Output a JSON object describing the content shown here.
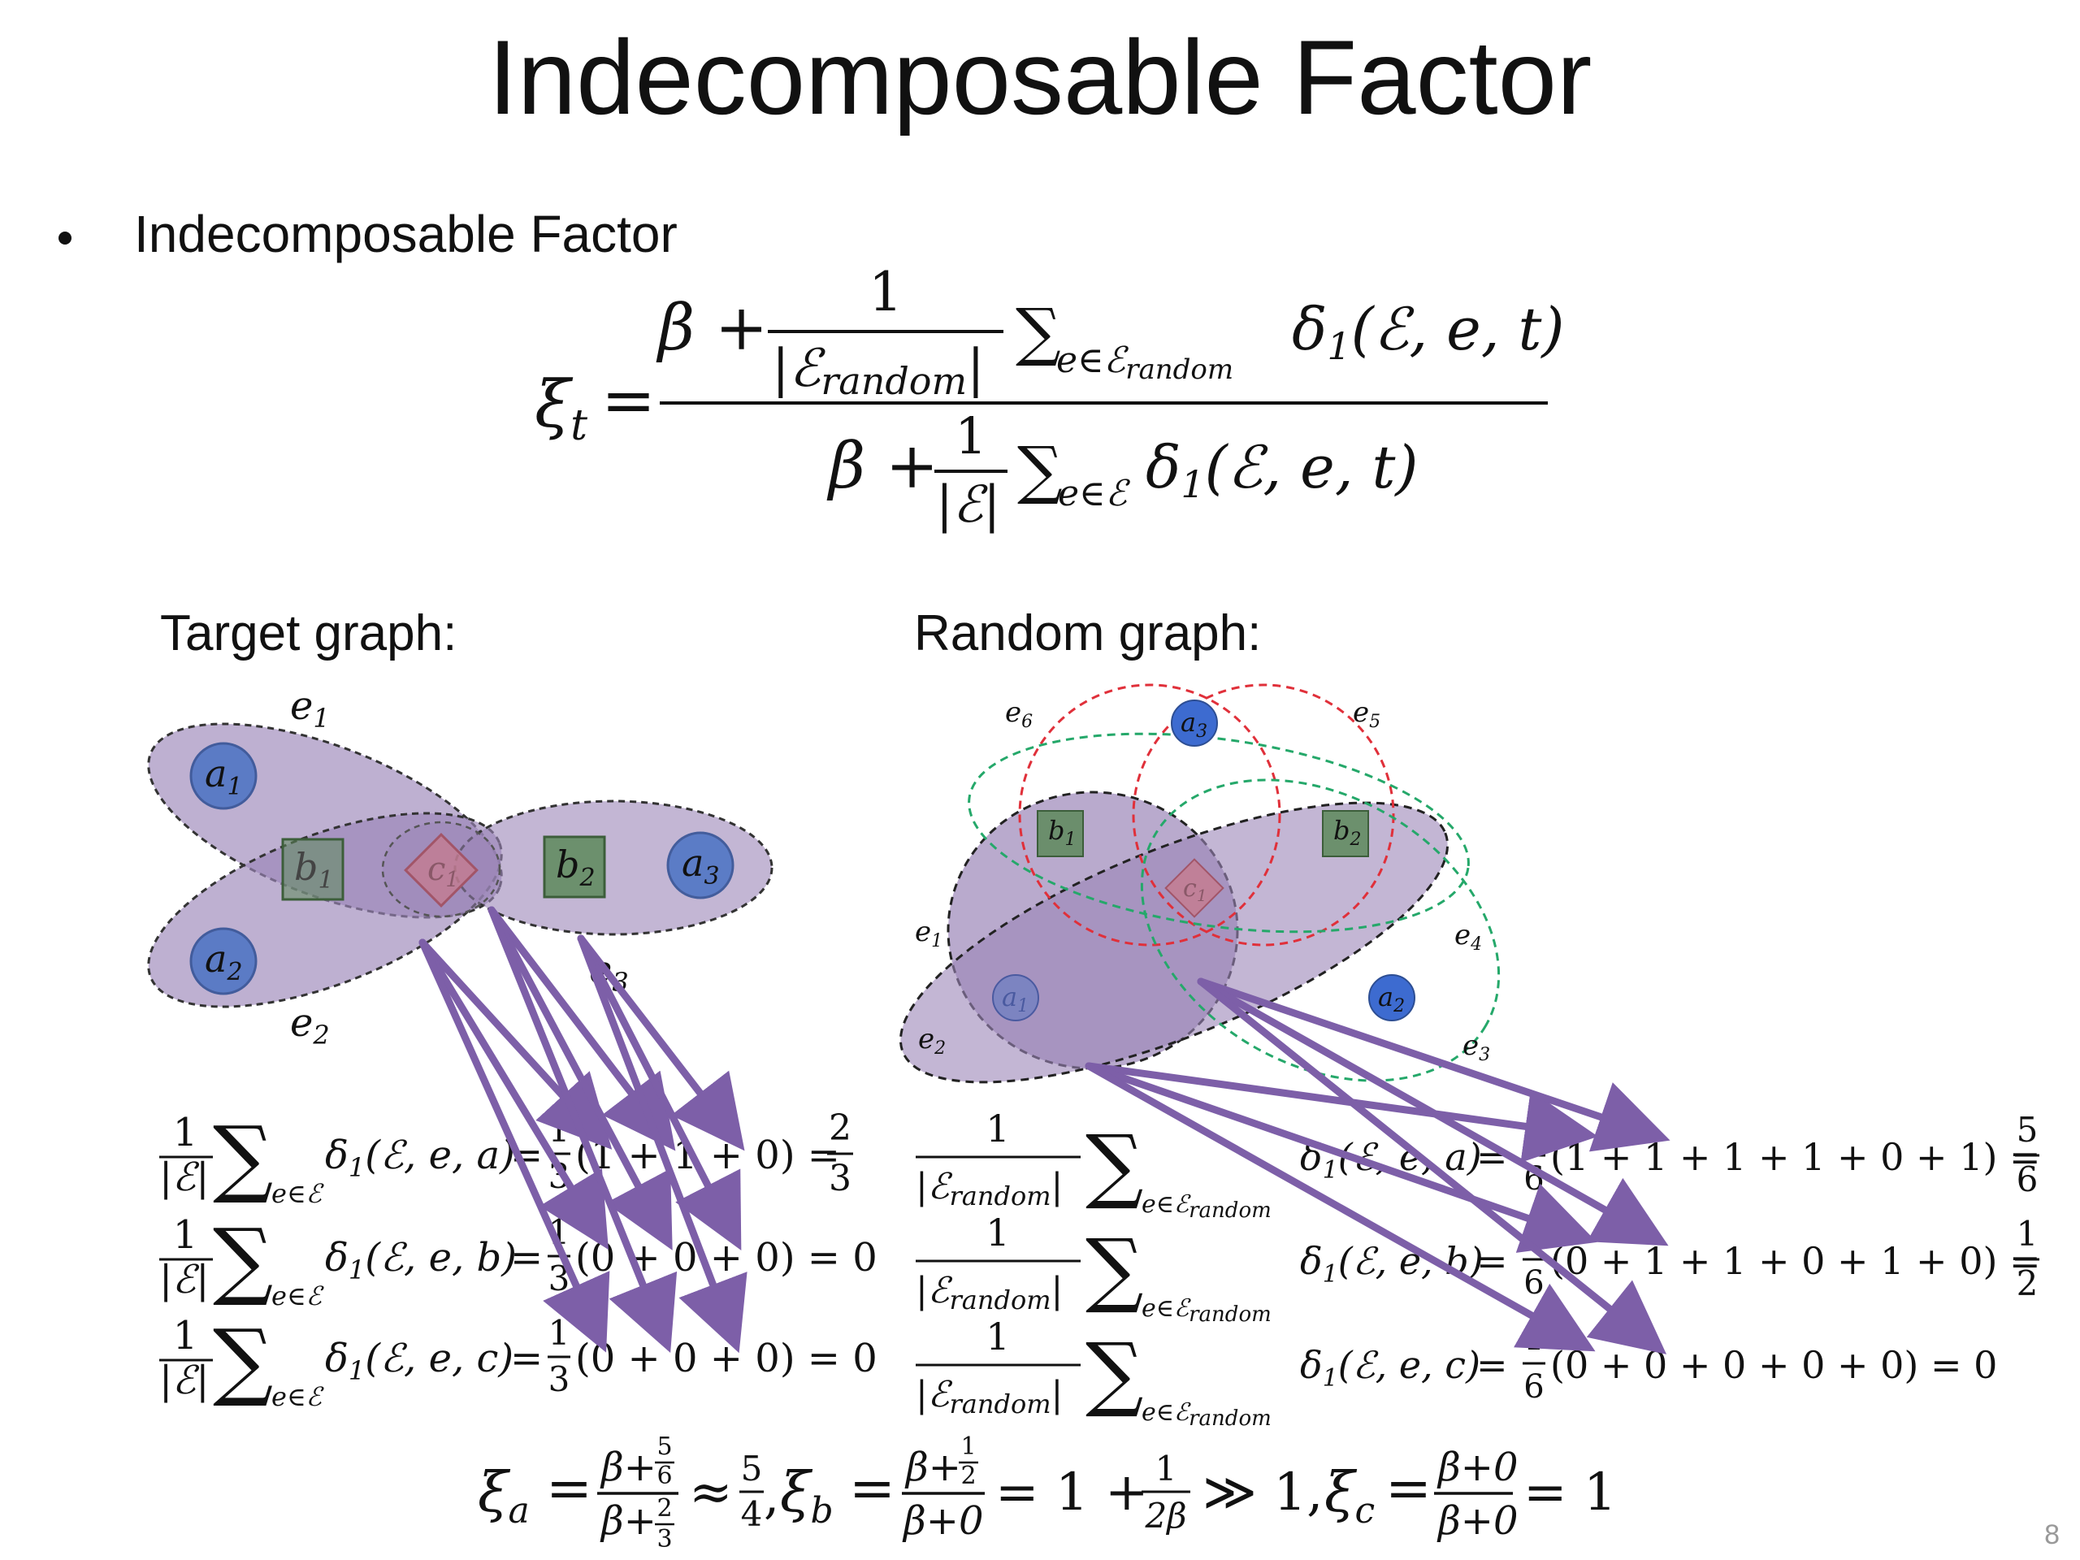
{
  "slide": {
    "title": "Indecomposable Factor",
    "bullet": "Indecomposable Factor",
    "page_number": "8"
  },
  "colors": {
    "hyperedge_fill": "#9b86b8",
    "node_a": "#4a72c4",
    "node_b": "#5d8a5a",
    "node_c": "#c77b8d",
    "arrow": "#7d5fa8",
    "red_dash": "#e0303a",
    "green_dash": "#25a86a"
  },
  "main_formula": {
    "lhs": "ξ",
    "lhs_sub": "t",
    "num_beta": "β +",
    "num_one": "1",
    "num_den": "|ℰ",
    "num_den_sub": "random",
    "num_sum": "∑",
    "num_sum_sub": "e∈ℰ",
    "num_sum_sub2": "random",
    "num_delta": "δ",
    "num_delta_sub": "1",
    "num_args": "(ℰ,  e, t)",
    "den_beta": "β +",
    "den_one": "1",
    "den_den": "|ℰ|",
    "den_sum": "∑",
    "den_sum_sub": "e∈ℰ",
    "den_delta": "δ",
    "den_delta_sub": "1",
    "den_args": "(ℰ, e, t)"
  },
  "target_graph": {
    "label": "Target graph:",
    "edge_labels": [
      "e",
      "e",
      "e"
    ],
    "edge_label_subs": [
      "1",
      "2",
      "3"
    ],
    "nodes": [
      "a",
      "a",
      "a",
      "b",
      "b",
      "c"
    ],
    "node_subs": [
      "1",
      "2",
      "3",
      "1",
      "2",
      "1"
    ],
    "rows": [
      {
        "frac_num": "1",
        "frac_den": "|ℰ|",
        "sum": "∑",
        "sum_sub": "e∈ℰ",
        "delta": "δ",
        "delta_sub": "1",
        "args": "(ℰ, e, a)",
        "eq": "=",
        "k_num": "1",
        "k_den": "3",
        "paren": "(1 + 1 + 0) =",
        "r_num": "2",
        "r_den": "3",
        "result": ""
      },
      {
        "frac_num": "1",
        "frac_den": "|ℰ|",
        "sum": "∑",
        "sum_sub": "e∈ℰ",
        "delta": "δ",
        "delta_sub": "1",
        "args": "(ℰ, e, b)",
        "eq": "=",
        "k_num": "1",
        "k_den": "3",
        "paren": "(0 + 0 + 0) = 0",
        "r_num": "",
        "r_den": "",
        "result": ""
      },
      {
        "frac_num": "1",
        "frac_den": "|ℰ|",
        "sum": "∑",
        "sum_sub": "e∈ℰ",
        "delta": "δ",
        "delta_sub": "1",
        "args": "(ℰ, e, c)",
        "eq": "=",
        "k_num": "1",
        "k_den": "3",
        "paren": "(0 + 0 + 0) = 0",
        "r_num": "",
        "r_den": "",
        "result": ""
      }
    ]
  },
  "random_graph": {
    "label": "Random graph:",
    "edge_labels": [
      "e",
      "e",
      "e",
      "e",
      "e",
      "e"
    ],
    "edge_label_subs": [
      "1",
      "2",
      "3",
      "4",
      "5",
      "6"
    ],
    "nodes": [
      "a",
      "a",
      "a",
      "b",
      "b",
      "c"
    ],
    "node_subs": [
      "1",
      "2",
      "3",
      "1",
      "2",
      "1"
    ],
    "rows": [
      {
        "frac_num": "1",
        "frac_den": "|ℰ",
        "frac_den_sub": "random",
        "sum": "∑",
        "sum_sub": "e∈ℰ",
        "sum_sub2": "random",
        "delta": "δ",
        "delta_sub": "1",
        "args": "(ℰ, e, a)",
        "eq": "=",
        "k_num": "1",
        "k_den": "6",
        "paren": "(1 + 1 + 1 + 1 + 0 + 1) =",
        "r_num": "5",
        "r_den": "6"
      },
      {
        "frac_num": "1",
        "frac_den": "|ℰ",
        "frac_den_sub": "random",
        "sum": "∑",
        "sum_sub": "e∈ℰ",
        "sum_sub2": "random",
        "delta": "δ",
        "delta_sub": "1",
        "args": "(ℰ, e, b)",
        "eq": "=",
        "k_num": "1",
        "k_den": "6",
        "paren": "(0 + 1 + 1 + 0 + 1 + 0) =",
        "r_num": "1",
        "r_den": "2"
      },
      {
        "frac_num": "1",
        "frac_den": "|ℰ",
        "frac_den_sub": "random",
        "sum": "∑",
        "sum_sub": "e∈ℰ",
        "sum_sub2": "random",
        "delta": "δ",
        "delta_sub": "1",
        "args": "(ℰ, e, c)",
        "eq": "=",
        "k_num": "1",
        "k_den": "6",
        "paren": "(0 + 0 + 0 + 0 + 0) = 0",
        "r_num": "",
        "r_den": ""
      }
    ]
  },
  "bottom_formula": {
    "xi": "ξ",
    "sub_a": "a",
    "eq": "=",
    "a_num": "β+",
    "a_num_n": "5",
    "a_num_d": "6",
    "a_den": "β+",
    "a_den_n": "2",
    "a_den_d": "3",
    "approx": "≈",
    "a_val_n": "5",
    "a_val_d": "4",
    "comma": ",",
    "sub_b": "b",
    "b_num": "β+",
    "b_num_n": "1",
    "b_num_d": "2",
    "b_den": "β+0",
    "b_eq2": "= 1 +",
    "b_frac_n": "1",
    "b_frac_d": "2β",
    "b_gg": "≫ 1,",
    "sub_c": "c",
    "c_num": "β+0",
    "c_den": "β+0",
    "c_res": "= 1"
  }
}
